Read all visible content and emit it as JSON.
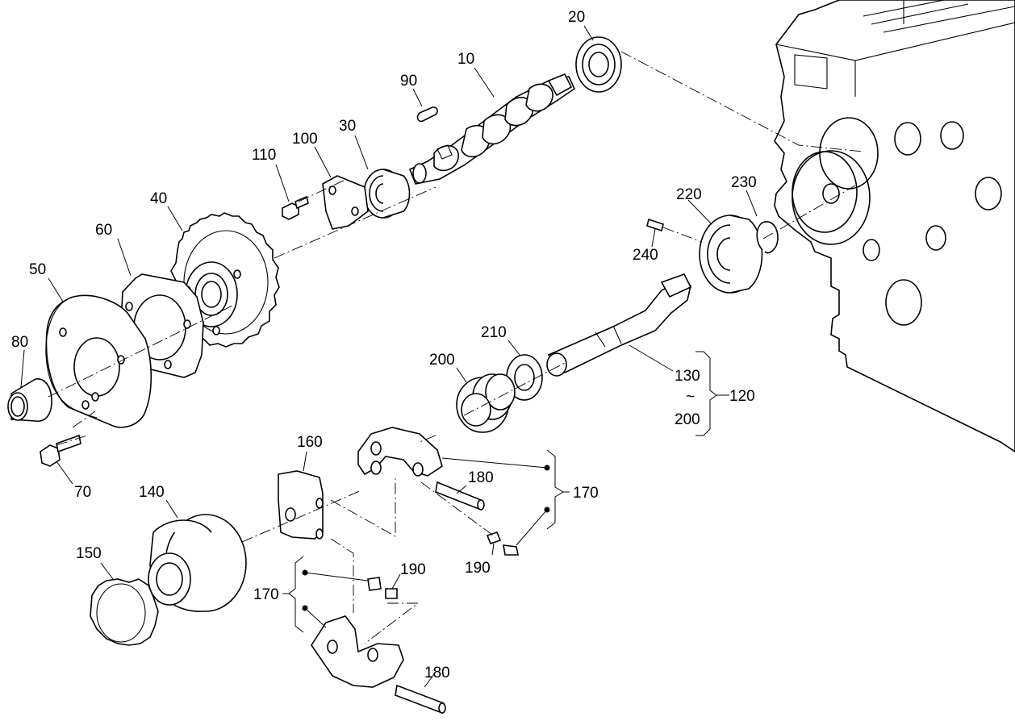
{
  "callouts": {
    "c10": "10",
    "c20": "20",
    "c30": "30",
    "c40": "40",
    "c50": "50",
    "c60": "60",
    "c70": "70",
    "c80": "80",
    "c90": "90",
    "c100": "100",
    "c110": "110",
    "c120": "120",
    "c130": "130",
    "c130_tilde": "~",
    "c130_to": "200",
    "c140": "140",
    "c150": "150",
    "c160": "160",
    "c170_top": "170",
    "c170_bottom": "170",
    "c180_top": "180",
    "c180_bottom": "180",
    "c190_top": "190",
    "c190_bottom": "190",
    "c200": "200",
    "c210": "210",
    "c220": "220",
    "c230": "230",
    "c240": "240"
  }
}
